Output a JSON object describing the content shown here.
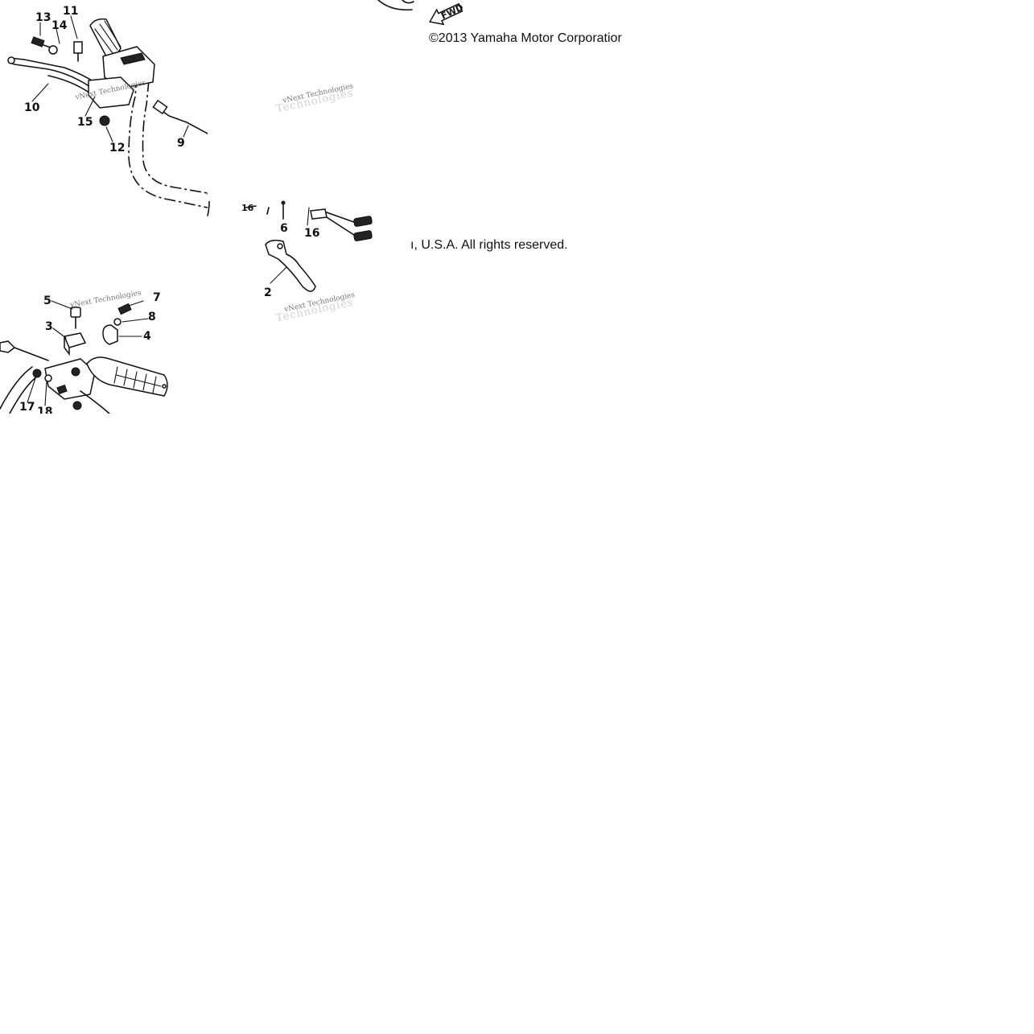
{
  "copyright_line1": "©2013 Yamaha Motor Corporatior",
  "copyright_line2": "ı, U.S.A. All rights reserved.",
  "direction_arrow_label": "FWD",
  "watermark_text": "vNext Technologies",
  "watermark_large_text": "Technologies",
  "part_callouts": [
    "13",
    "14",
    "11",
    "10",
    "15",
    "12",
    "9",
    "6",
    "16",
    "2",
    "5",
    "3",
    "7",
    "8",
    "4",
    "17",
    "18",
    "16"
  ]
}
